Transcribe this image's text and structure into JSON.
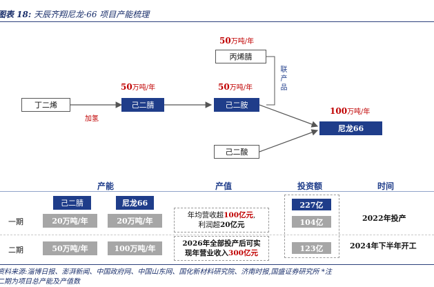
{
  "title": {
    "prefix": "图表 18:",
    "text": "天辰齐翔尼龙-66 项目产能梳理"
  },
  "flow": {
    "nodes": {
      "butadiene": "丁二烯",
      "adiponitrile": "己二腈",
      "hexamethylenediamine": "己二胺",
      "acrylonitrile": "丙烯腈",
      "adipic_acid": "己二酸",
      "nylon66": "尼龙66"
    },
    "capacity_adn": {
      "value": "50",
      "unit": "万吨/年"
    },
    "capacity_hmda": {
      "value": "50",
      "unit": "万吨/年"
    },
    "capacity_acn": {
      "value": "50",
      "unit": "万吨/年"
    },
    "capacity_pa66": {
      "value": "100",
      "unit": "万吨/年"
    },
    "hydrogenation_note": "加氢",
    "co_production_label": "联产品"
  },
  "table": {
    "headers": {
      "capacity": "产能",
      "output_value": "产值",
      "investment": "投资额",
      "time": "时间"
    },
    "product_badges": [
      "己二腈",
      "尼龙66"
    ],
    "rows": [
      {
        "phase": "一期",
        "adn": "20万吨/年",
        "pa66": "20万吨/年",
        "value_line1_a": "年均营收超",
        "value_line1_b": "100亿元",
        "value_line1_c": ",",
        "value_line2_a": "利润超",
        "value_line2_b": "20亿元",
        "investment": "104亿",
        "time": "2022年投产"
      },
      {
        "phase": "二期",
        "adn": "50万吨/年",
        "pa66": "100万吨/年",
        "value_line1_a": "2026年全部投产后可实",
        "value_line2_a": "现年营业收入",
        "value_line2_b": "300亿元",
        "investment": "123亿",
        "time": "2024年下半年开工"
      }
    ],
    "total_investment": "227亿"
  },
  "footnote": {
    "line1": "资料来源:淄博日报、澎湃新闻、中国政府网、中国山东网、国化新材料研究院、济南时报,国盛证券研究所 *注",
    "line2": "二期为项目总产能及产值数"
  }
}
